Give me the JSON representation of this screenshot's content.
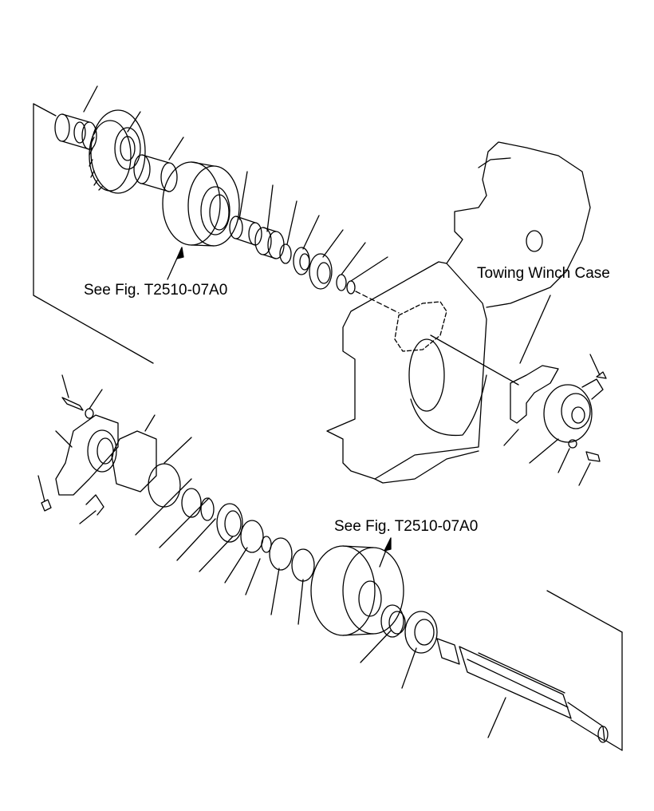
{
  "labels": {
    "ref_top": "See Fig. T2510-07A0",
    "case": "Towing Winch Case",
    "ref_bottom": "See Fig. T2510-07A0"
  },
  "colors": {
    "line": "#000000",
    "background": "#ffffff"
  }
}
